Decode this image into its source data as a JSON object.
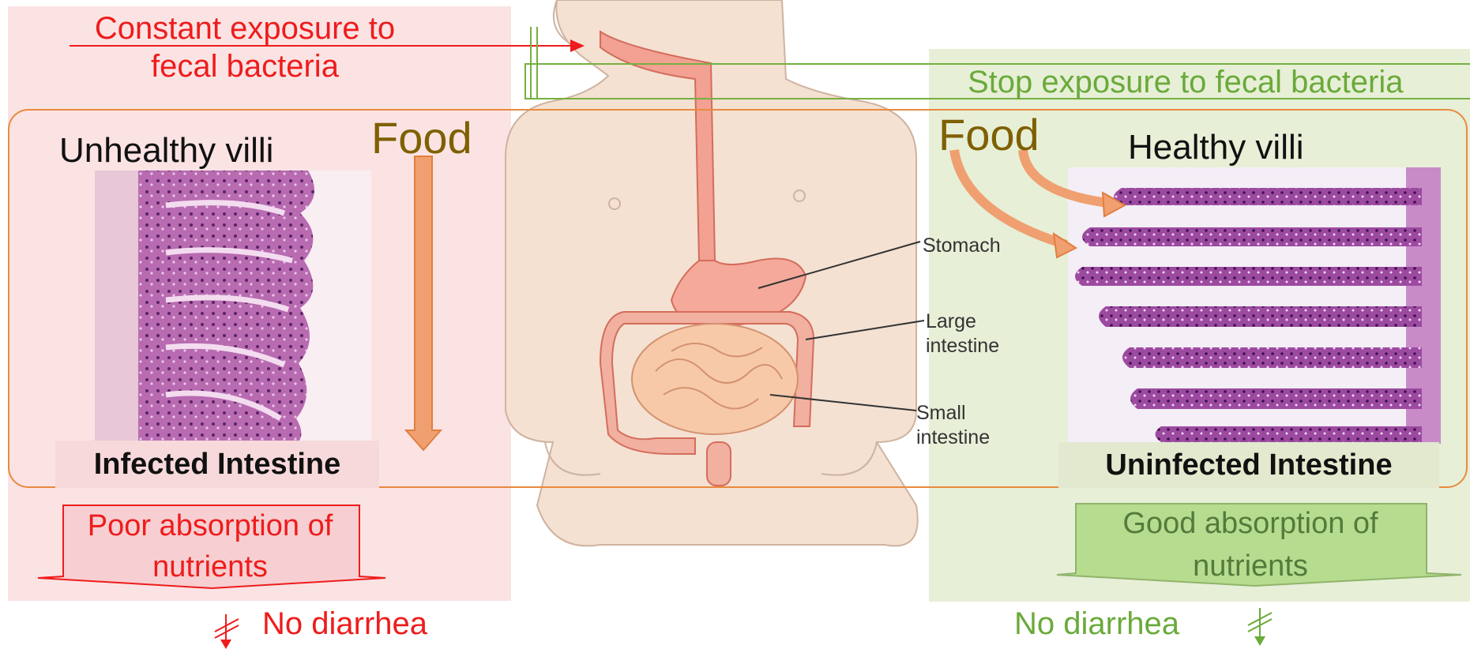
{
  "left": {
    "exposure_line1": "Constant exposure to",
    "exposure_line2": "fecal bacteria",
    "food": "Food",
    "villi": "Unhealthy villi",
    "intestine": "Infected Intestine",
    "absorb_line1": "Poor absorption of",
    "absorb_line2": "nutrients",
    "diarrhea": "No diarrhea"
  },
  "right": {
    "exposure": "Stop exposure to fecal bacteria",
    "food": "Food",
    "villi": "Healthy villi",
    "intestine": "Uninfected Intestine",
    "absorb_line1": "Good absorption of",
    "absorb_line2": "nutrients",
    "diarrhea": "No diarrhea"
  },
  "anatomy": {
    "stomach": "Stomach",
    "large_line1": "Large",
    "large_line2": "intestine",
    "small_line1": "Small",
    "small_line2": "intestine"
  },
  "colors": {
    "left_accent": "#ee1c1c",
    "right_accent": "#6aaa3a",
    "frame": "#e98a3e",
    "food_arrow": "#f0a070",
    "left_panel": "#fbe3e4",
    "right_panel": "#e7efd7"
  }
}
